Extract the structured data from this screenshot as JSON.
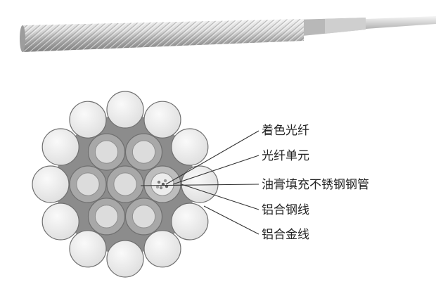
{
  "labels": {
    "colored_fiber": "着色光纤",
    "fiber_unit": "光纤单元",
    "gel_steel_tube": "油膏填充不锈钢钢管",
    "aluminum_clad_steel": "铝合钢线",
    "aluminum_alloy": "铝合金线"
  },
  "colors": {
    "background": "#ffffff",
    "gap_fill": "#8c8c8c",
    "outer_strand": "#ebebeb",
    "steel_strand_ring": "#a8a8a8",
    "steel_strand_core": "#dcdcdc",
    "steel_tube": "#bdbdbd",
    "leader_line": "#333333"
  }
}
